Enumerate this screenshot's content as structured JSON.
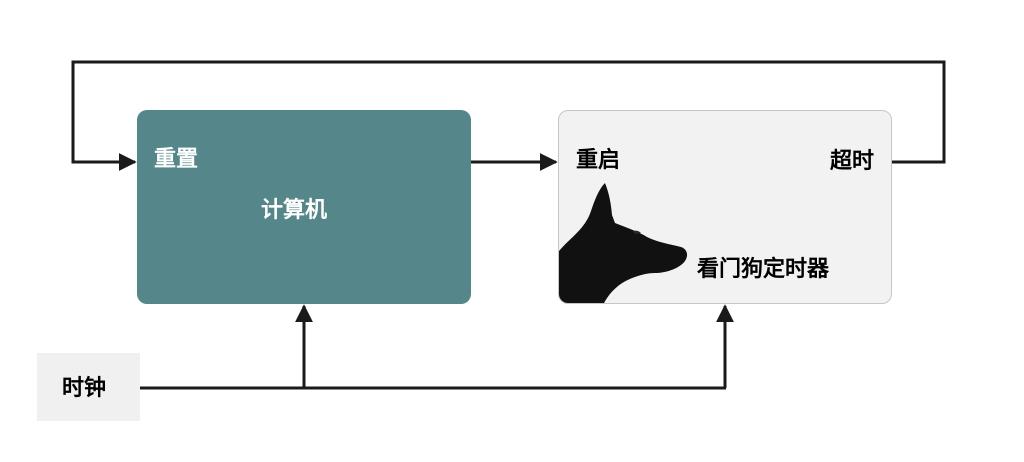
{
  "computer": {
    "reset_label": "重置",
    "title": "计算机",
    "fill_color": "#55878a"
  },
  "watchdog": {
    "restart_label": "重启",
    "timeout_label": "超时",
    "title": "看门狗定时器",
    "icon": "dog-head-silhouette-icon",
    "fill_color": "#f2f2f2"
  },
  "clock": {
    "label": "时钟"
  },
  "connections": [
    {
      "from": "watchdog.timeout",
      "to": "computer.reset"
    },
    {
      "from": "computer",
      "to": "watchdog.restart"
    },
    {
      "from": "clock",
      "to": "computer"
    },
    {
      "from": "clock",
      "to": "watchdog"
    }
  ],
  "colors": {
    "line": "#1a1a1a",
    "background": "#ffffff"
  }
}
